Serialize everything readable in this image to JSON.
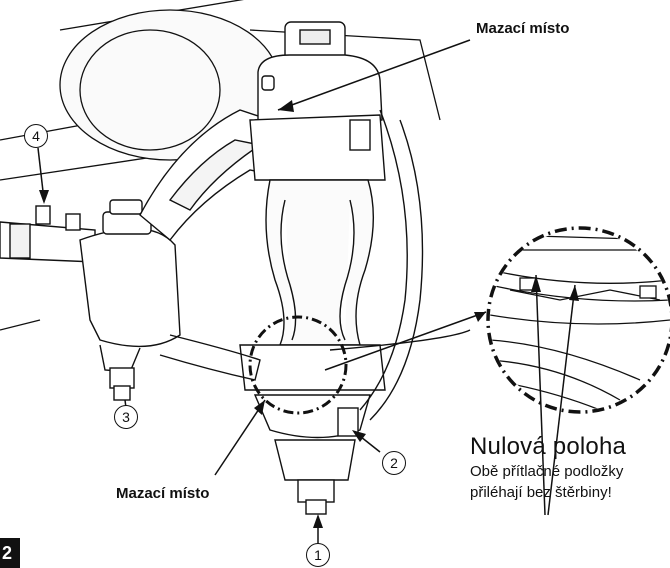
{
  "labels": {
    "grease_point_top": "Mazací místo",
    "grease_point_bottom": "Mazací místo",
    "zero_position_title": "Nulová poloha",
    "zero_position_line1": "Obě přítlačné podložky",
    "zero_position_line2": "přiléhají bez štěrbiny!"
  },
  "callouts": {
    "c1": "1",
    "c2": "2",
    "c3": "3",
    "c4": "4"
  },
  "page_number": "2",
  "colors": {
    "line": "#111111",
    "fill": "#ffffff",
    "shade": "#e9e9e9"
  }
}
